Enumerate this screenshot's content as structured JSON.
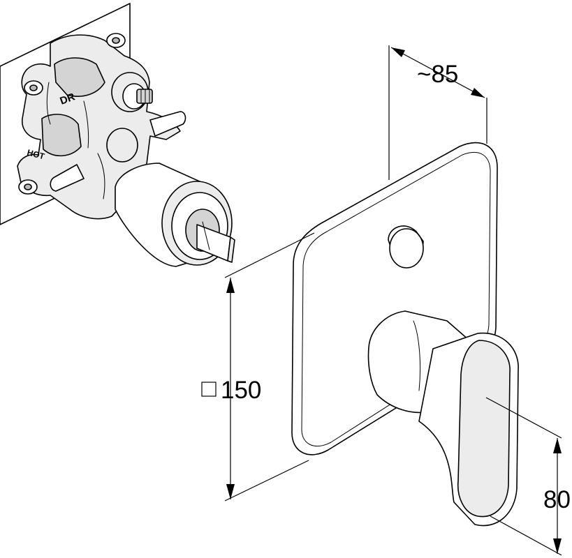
{
  "dimensions": {
    "depth_label": "~85",
    "plate_size_label": "150",
    "handle_label": "80"
  },
  "valve_markings": {
    "diverter_label": "DR",
    "hot_label": "HOT"
  },
  "colors": {
    "line": "#000000",
    "background": "#ffffff"
  },
  "icons": {
    "square_symbol": "square-size-symbol"
  }
}
